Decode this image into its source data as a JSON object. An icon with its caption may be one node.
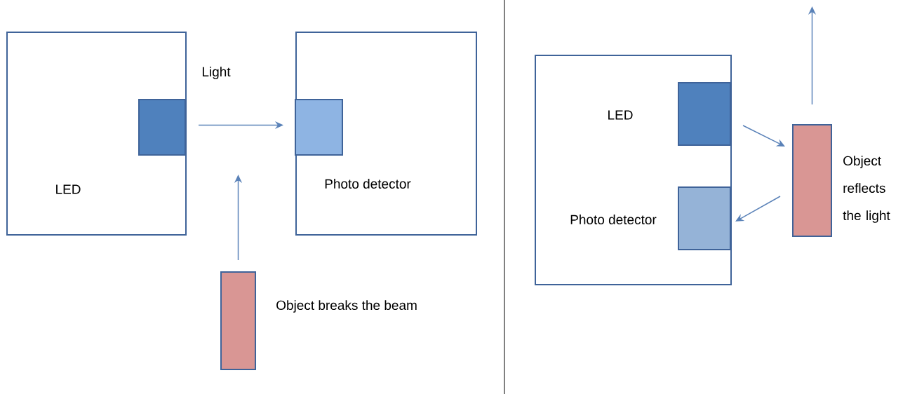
{
  "diagram": {
    "nodes": [
      {
        "text": [
          "LED"
        ]
      },
      {
        "text": [],
        "shape": "box",
        "in": 0
      },
      {
        "text": [
          "Photo detector"
        ]
      },
      {
        "text": [],
        "shape": "box",
        "in": 2
      },
      {
        "text": [],
        "shape": "bar",
        "beside": [
          "Object breaks the beam"
        ]
      },
      {
        "text": [
          "LED",
          "Photo detector"
        ]
      },
      {
        "text": [],
        "shape": "box",
        "in": 5
      },
      {
        "text": [],
        "shape": "box",
        "in": 5
      },
      {
        "text": [],
        "shape": "bar",
        "beside": [
          "Object reflects the light"
        ]
      }
    ],
    "edges": [
      {
        "from": 1,
        "to": 3,
        "arrow": "to",
        "label": "Light"
      },
      {
        "from": 4,
        "to": null,
        "arrow": "to"
      },
      {
        "from": 6,
        "to": 8,
        "arrow": "to"
      },
      {
        "from": 8,
        "to": 7,
        "arrow": "to"
      },
      {
        "from": 8,
        "to": null,
        "arrow": "to"
      }
    ]
  }
}
